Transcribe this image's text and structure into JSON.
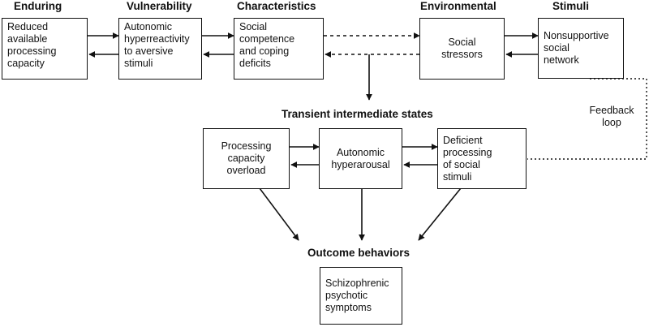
{
  "headings": {
    "enduring": "Enduring",
    "vulnerability": "Vulnerability",
    "characteristics": "Characteristics",
    "environmental": "Environmental",
    "stimuli": "Stimuli",
    "transient": "Transient intermediate states",
    "outcome": "Outcome behaviors"
  },
  "boxes": {
    "reduced_capacity": "Reduced\navailable\nprocessing\ncapacity",
    "autonomic_hyperreactivity": "Autonomic\nhyperreactivity\nto aversive\nstimuli",
    "social_competence": "Social\ncompetence\nand coping\ndeficits",
    "social_stressors": "Social\nstressors",
    "nonsupportive_network": "Nonsupportive\nsocial\nnetwork",
    "processing_overload": "Processing\ncapacity\noverload",
    "autonomic_hyperarousal": "Autonomic\nhyperarousal",
    "deficient_processing": "Deficient\nprocessing\nof social\nstimuli",
    "schizophrenic_symptoms": "Schizophrenic\npsychotic\nsymptoms"
  },
  "labels": {
    "feedback_loop": "Feedback\nloop"
  }
}
